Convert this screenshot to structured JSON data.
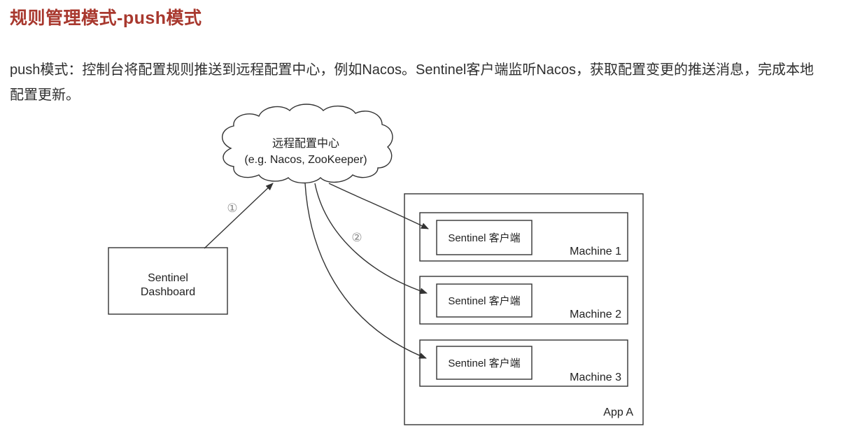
{
  "colors": {
    "background": "#ffffff",
    "heading": "#a8382e",
    "body_text": "#2f2f2f",
    "diagram_stroke": "#333333",
    "step_label": "#888888"
  },
  "heading": {
    "text": "规则管理模式-push模式"
  },
  "paragraph": {
    "text": "push模式：控制台将配置规则推送到远程配置中心，例如Nacos。Sentinel客户端监听Nacos，获取配置变更的推送消息，完成本地配置更新。"
  },
  "diagram": {
    "cloud": {
      "line1": "远程配置中心",
      "line2": "(e.g. Nacos, ZooKeeper)"
    },
    "dashboard": {
      "line1": "Sentinel",
      "line2": "Dashboard"
    },
    "steps": {
      "push": "①",
      "listen": "②"
    },
    "app": {
      "label": "App A",
      "machines": [
        {
          "label": "Machine 1",
          "client": "Sentinel 客户端"
        },
        {
          "label": "Machine 2",
          "client": "Sentinel 客户端"
        },
        {
          "label": "Machine 3",
          "client": "Sentinel 客户端"
        }
      ]
    }
  }
}
